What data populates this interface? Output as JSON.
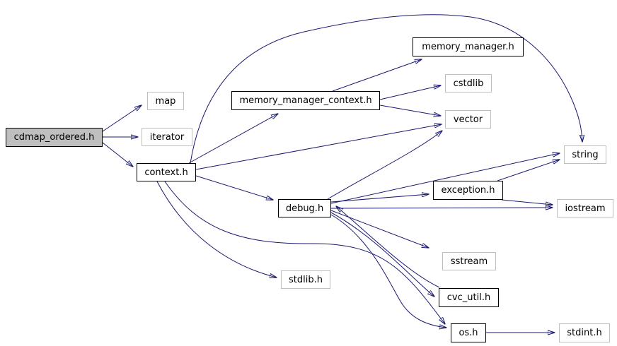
{
  "diagram": {
    "type": "include-dependency-graph",
    "colors": {
      "edge": "#191970",
      "root_fill": "#bfbfbf",
      "internal_node_border": "#000000",
      "system_node_border": "#bebebe",
      "node_fill": "#ffffff",
      "text": "#000000"
    },
    "nodes": [
      {
        "id": "cdmap_ordered.h",
        "label": "cdmap_ordered.h",
        "kind": "root"
      },
      {
        "id": "map",
        "label": "map",
        "kind": "system"
      },
      {
        "id": "iterator",
        "label": "iterator",
        "kind": "system"
      },
      {
        "id": "context.h",
        "label": "context.h",
        "kind": "internal"
      },
      {
        "id": "memory_manager_context.h",
        "label": "memory_manager_context.h",
        "kind": "internal"
      },
      {
        "id": "memory_manager.h",
        "label": "memory_manager.h",
        "kind": "internal"
      },
      {
        "id": "cstdlib",
        "label": "cstdlib",
        "kind": "system"
      },
      {
        "id": "vector",
        "label": "vector",
        "kind": "system"
      },
      {
        "id": "string",
        "label": "string",
        "kind": "system"
      },
      {
        "id": "exception.h",
        "label": "exception.h",
        "kind": "internal"
      },
      {
        "id": "iostream",
        "label": "iostream",
        "kind": "system"
      },
      {
        "id": "sstream",
        "label": "sstream",
        "kind": "system"
      },
      {
        "id": "stdlib.h",
        "label": "stdlib.h",
        "kind": "system"
      },
      {
        "id": "cvc_util.h",
        "label": "cvc_util.h",
        "kind": "internal"
      },
      {
        "id": "os.h",
        "label": "os.h",
        "kind": "internal"
      },
      {
        "id": "stdint.h",
        "label": "stdint.h",
        "kind": "system"
      },
      {
        "id": "debug.h",
        "label": "debug.h",
        "kind": "internal"
      }
    ],
    "edges": [
      {
        "from": "cdmap_ordered.h",
        "to": "map"
      },
      {
        "from": "cdmap_ordered.h",
        "to": "iterator"
      },
      {
        "from": "cdmap_ordered.h",
        "to": "context.h"
      },
      {
        "from": "context.h",
        "to": "memory_manager_context.h"
      },
      {
        "from": "context.h",
        "to": "vector"
      },
      {
        "from": "context.h",
        "to": "string"
      },
      {
        "from": "context.h",
        "to": "debug.h"
      },
      {
        "from": "context.h",
        "to": "os.h"
      },
      {
        "from": "context.h",
        "to": "stdlib.h"
      },
      {
        "from": "memory_manager_context.h",
        "to": "memory_manager.h"
      },
      {
        "from": "memory_manager_context.h",
        "to": "cstdlib"
      },
      {
        "from": "memory_manager_context.h",
        "to": "vector"
      },
      {
        "from": "debug.h",
        "to": "vector"
      },
      {
        "from": "debug.h",
        "to": "string"
      },
      {
        "from": "debug.h",
        "to": "exception.h"
      },
      {
        "from": "debug.h",
        "to": "iostream"
      },
      {
        "from": "debug.h",
        "to": "sstream"
      },
      {
        "from": "debug.h",
        "to": "cvc_util.h"
      },
      {
        "from": "debug.h",
        "to": "os.h"
      },
      {
        "from": "cvc_util.h",
        "to": "debug.h"
      },
      {
        "from": "exception.h",
        "to": "string"
      },
      {
        "from": "exception.h",
        "to": "iostream"
      },
      {
        "from": "os.h",
        "to": "stdint.h"
      }
    ]
  }
}
